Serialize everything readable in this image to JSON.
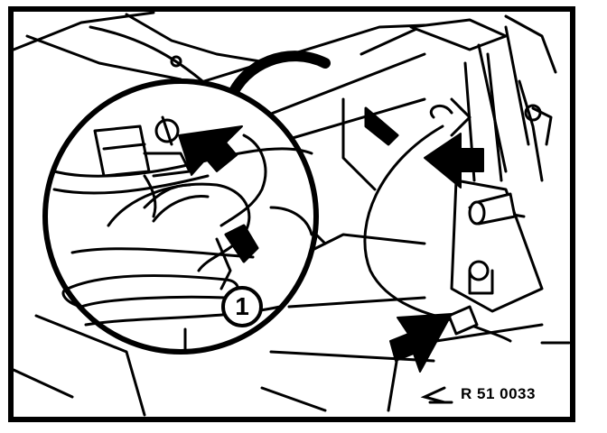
{
  "figure": {
    "callout_number": "1",
    "reference_code": "R 51 0033",
    "logo_icon": "bmw-c-logo-icon",
    "arrow_count": 3
  },
  "colors": {
    "ink": "#000000",
    "paper": "#ffffff"
  }
}
